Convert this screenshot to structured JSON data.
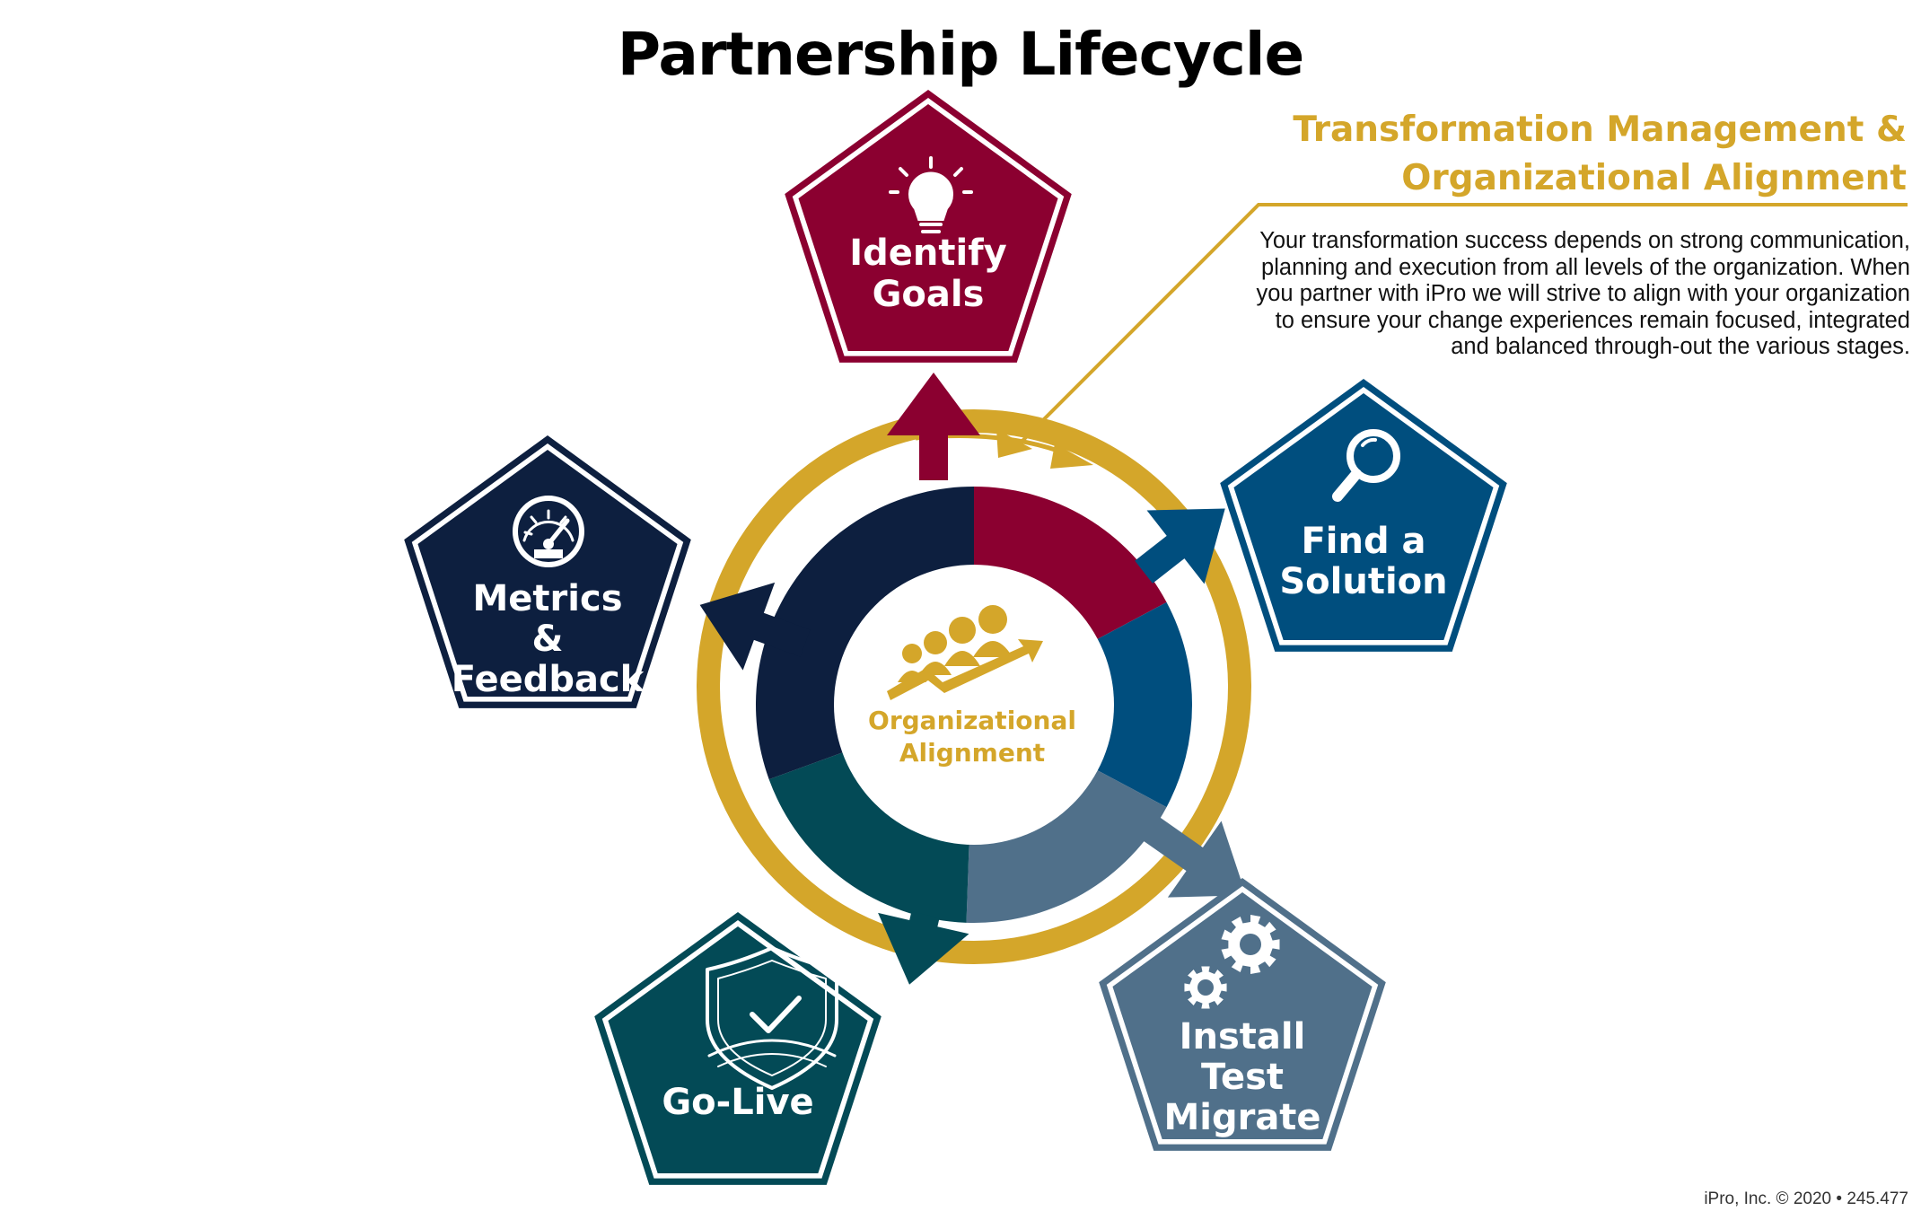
{
  "title": "Partnership Lifecycle",
  "side_panel": {
    "heading_lines": [
      "Transformation Management &",
      "Organizational Alignment"
    ],
    "body_lines": [
      "Your transformation success depends on strong communication,",
      "planning and execution from all levels of the organization.  When",
      "you partner with iPro we will strive to align with your organization",
      "to ensure your change experiences remain focused, integrated",
      "and balanced through-out the various stages."
    ]
  },
  "center": {
    "label_lines": [
      "Organizational",
      "Alignment"
    ],
    "icon": "team-growth-icon"
  },
  "stages": [
    {
      "id": "identify-goals",
      "label_lines": [
        "Identify",
        "Goals"
      ],
      "icon": "lightbulb-icon",
      "color": "#8b0030"
    },
    {
      "id": "find-solution",
      "label_lines": [
        "Find a",
        "Solution"
      ],
      "icon": "magnifier-icon",
      "color": "#004e7e"
    },
    {
      "id": "install-test-migrate",
      "label_lines": [
        "Install",
        "Test",
        "Migrate"
      ],
      "icon": "gears-icon",
      "color": "#50708a"
    },
    {
      "id": "go-live",
      "label_lines": [
        "Go-Live"
      ],
      "icon": "shield-check-icon",
      "color": "#034a56"
    },
    {
      "id": "metrics-feedback",
      "label_lines": [
        "Metrics",
        "&",
        "Feedback"
      ],
      "icon": "gauge-icon",
      "color": "#0d1f3f"
    }
  ],
  "colors": {
    "gold": "#d4a62a",
    "title": "#000000"
  },
  "footer": "iPro, Inc.  © 2020  •  245.477"
}
